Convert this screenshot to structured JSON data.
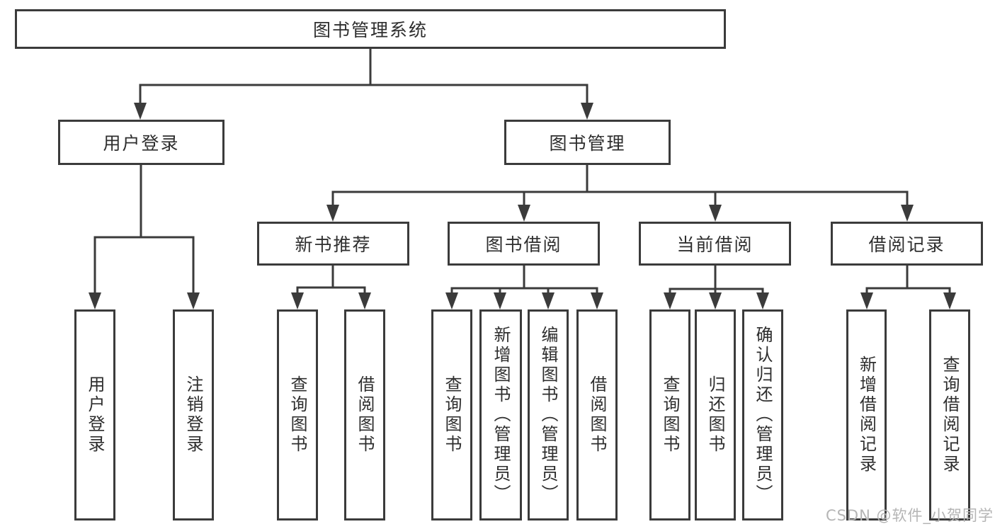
{
  "diagram": {
    "title": "图书管理系统",
    "children": [
      {
        "label": "用户登录",
        "children": [
          {
            "label": "用户登录"
          },
          {
            "label": "注销登录"
          }
        ]
      },
      {
        "label": "图书管理",
        "children": [
          {
            "label": "新书推荐",
            "children": [
              {
                "label": "查询图书"
              },
              {
                "label": "借阅图书"
              }
            ]
          },
          {
            "label": "图书借阅",
            "children": [
              {
                "label": "查询图书"
              },
              {
                "label": "新增图书（管理员）"
              },
              {
                "label": "编辑图书（管理员）"
              },
              {
                "label": "借阅图书"
              }
            ]
          },
          {
            "label": "当前借阅",
            "children": [
              {
                "label": "查询图书"
              },
              {
                "label": "归还图书"
              },
              {
                "label": "确认归还（管理员）"
              }
            ]
          },
          {
            "label": "借阅记录",
            "children": [
              {
                "label": "新增借阅记录"
              },
              {
                "label": "查询借阅记录"
              }
            ]
          }
        ]
      }
    ]
  },
  "watermark": {
    "text": "CSDN @软件_小贺同学"
  },
  "colors": {
    "line": "#3b3b3b",
    "text": "#2e2e2e",
    "background": "#ffffff",
    "watermark": "#b5b5b5"
  }
}
